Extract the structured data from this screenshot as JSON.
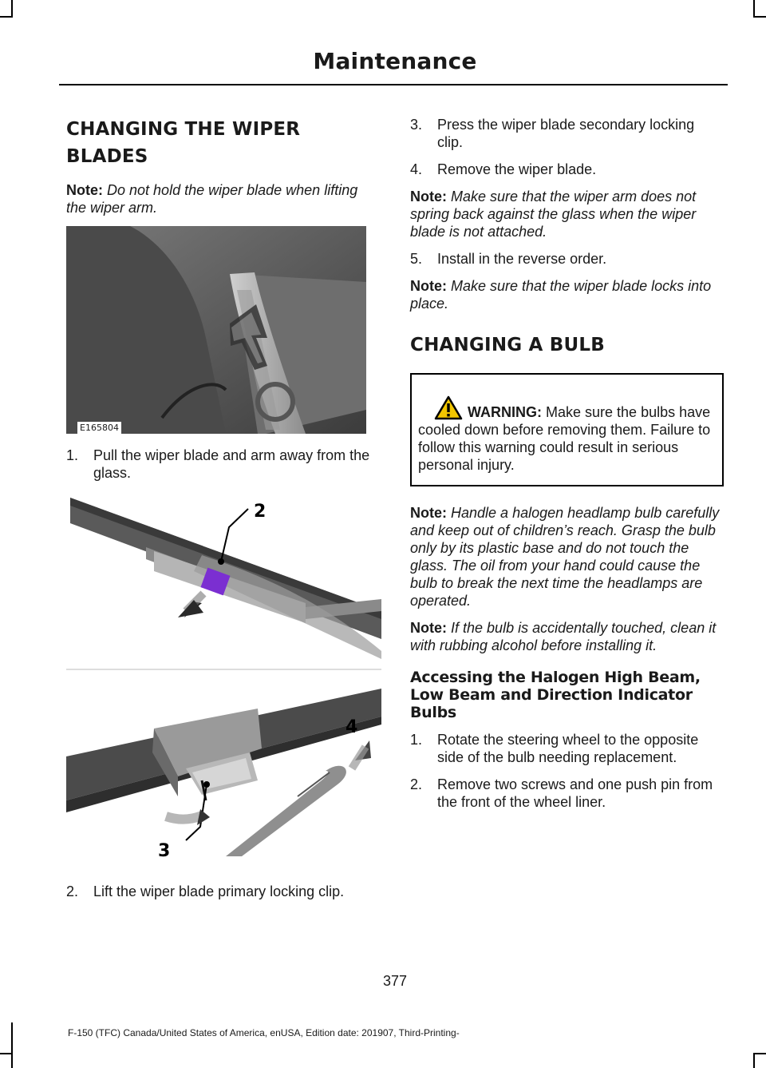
{
  "header": {
    "title": "Maintenance"
  },
  "left": {
    "heading": "CHANGING THE WIPER BLADES",
    "note1": {
      "label": "Note:",
      "text": "Do not hold the wiper blade when lifting the wiper arm."
    },
    "figure1_id": "E165804",
    "step1": {
      "num": "1.",
      "text": "Pull the wiper blade and arm away from the glass."
    },
    "callout2": "2",
    "callout3": "3",
    "callout4": "4",
    "step2": {
      "num": "2.",
      "text": "Lift the wiper blade primary locking clip."
    }
  },
  "right": {
    "step3": {
      "num": "3.",
      "text": "Press the wiper blade secondary locking clip."
    },
    "step4": {
      "num": "4.",
      "text": "Remove the wiper blade."
    },
    "note2": {
      "label": "Note:",
      "text": "Make sure that the wiper arm does not spring back against the glass when the wiper blade is not attached."
    },
    "step5": {
      "num": "5.",
      "text": "Install in the reverse order."
    },
    "note3": {
      "label": "Note:",
      "text": "Make sure that the wiper blade locks into place."
    },
    "heading2": "CHANGING A BULB",
    "warning": {
      "label": "WARNING:",
      "text": "Make sure the bulbs have cooled down before removing them. Failure to follow this warning could result in serious personal injury."
    },
    "note4": {
      "label": "Note:",
      "text": "Handle a halogen headlamp bulb carefully and keep out of children’s reach. Grasp the bulb only by its plastic base and do not touch the glass. The oil from your hand could cause the bulb to break the next time the headlamps are operated."
    },
    "note5": {
      "label": "Note:",
      "text": "If the bulb is accidentally touched, clean it with rubbing alcohol before installing it."
    },
    "subheading": "Accessing the Halogen High Beam, Low Beam and Direction Indicator Bulbs",
    "stepA": {
      "num": "1.",
      "text": "Rotate the steering wheel to the opposite side of the bulb needing replacement."
    },
    "stepB": {
      "num": "2.",
      "text": "Remove two screws and one push pin from the front of the wheel liner."
    }
  },
  "footer": {
    "page_number": "377",
    "text": "F-150 (TFC) Canada/United States of America, enUSA, Edition date: 201907, Third-Printing-"
  }
}
